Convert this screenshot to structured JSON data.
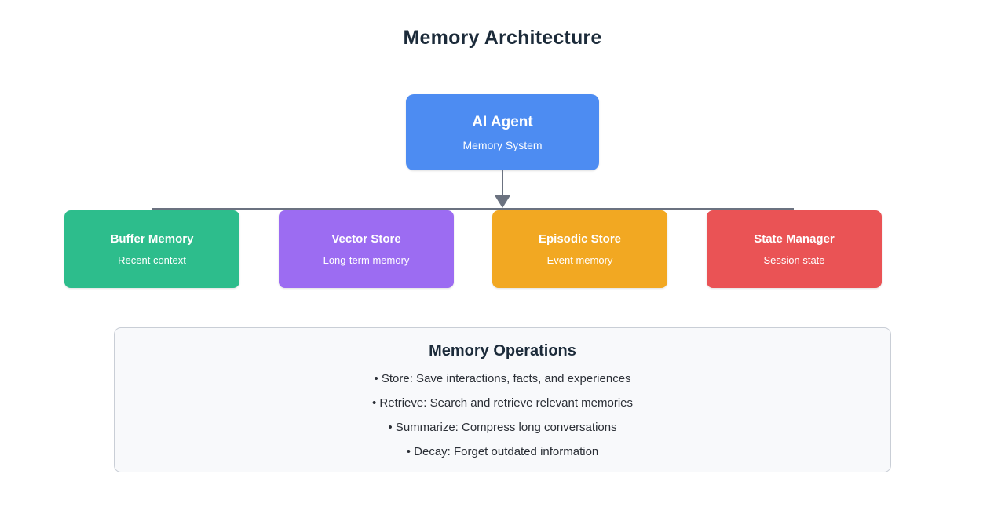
{
  "title": "Memory Architecture",
  "root_node": {
    "title": "AI Agent",
    "subtitle": "Memory System",
    "color": "#4d8cf2"
  },
  "connector_color": "#6b7280",
  "children": [
    {
      "title": "Buffer Memory",
      "subtitle": "Recent context",
      "color": "#2dbd8c"
    },
    {
      "title": "Vector Store",
      "subtitle": "Long-term memory",
      "color": "#9c6cf2"
    },
    {
      "title": "Episodic Store",
      "subtitle": "Event memory",
      "color": "#f2a822"
    },
    {
      "title": "State Manager",
      "subtitle": "Session state",
      "color": "#ea5355"
    }
  ],
  "operations_panel": {
    "title": "Memory Operations",
    "items": [
      "• Store: Save interactions, facts, and experiences",
      "• Retrieve: Search and retrieve relevant memories",
      "• Summarize: Compress long conversations",
      "• Decay: Forget outdated information"
    ]
  }
}
